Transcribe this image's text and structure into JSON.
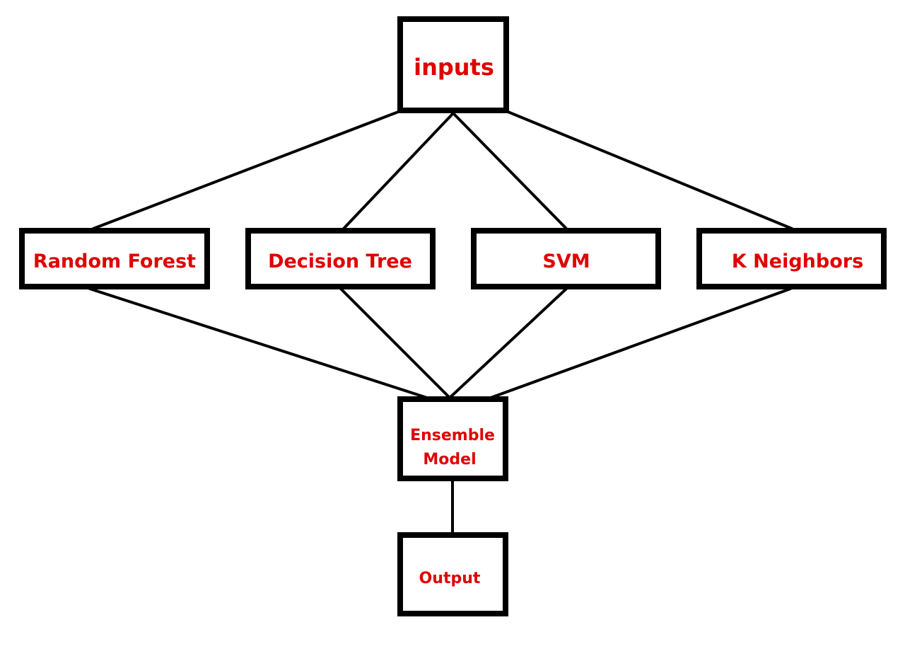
{
  "diagram": {
    "nodes": {
      "inputs": {
        "label": "inputs"
      },
      "random_forest": {
        "label": "Random Forest"
      },
      "decision_tree": {
        "label": "Decision Tree"
      },
      "svm": {
        "label": "SVM"
      },
      "k_neighbors": {
        "label": "K Neighbors"
      },
      "ensemble": {
        "line1": "Ensemble",
        "line2": "Model"
      },
      "output": {
        "label": "Output"
      }
    },
    "edges": [
      {
        "from": "inputs",
        "to": "random_forest"
      },
      {
        "from": "inputs",
        "to": "decision_tree"
      },
      {
        "from": "inputs",
        "to": "svm"
      },
      {
        "from": "inputs",
        "to": "k_neighbors"
      },
      {
        "from": "random_forest",
        "to": "ensemble"
      },
      {
        "from": "decision_tree",
        "to": "ensemble"
      },
      {
        "from": "svm",
        "to": "ensemble"
      },
      {
        "from": "k_neighbors",
        "to": "ensemble"
      },
      {
        "from": "ensemble",
        "to": "output"
      }
    ],
    "colors": {
      "label": "#e00000",
      "border": "#000000",
      "background": "#ffffff"
    }
  }
}
